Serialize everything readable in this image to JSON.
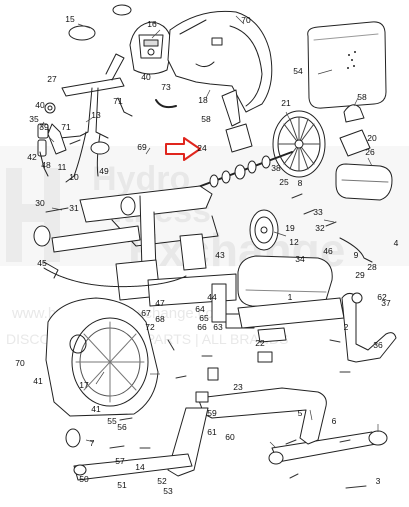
{
  "diagram": {
    "watermark": {
      "line1": "Hydro",
      "line2": "Fitness",
      "line3": "Exchange",
      "url": "www.hydrofitnessexchange.com",
      "tagline": "DISCOUNT FITNESS PARTS | ALL BRANDS"
    },
    "callouts": [
      {
        "id": "c15",
        "text": "15"
      },
      {
        "id": "c16",
        "text": "16"
      },
      {
        "id": "c70a",
        "text": "70"
      },
      {
        "id": "c54",
        "text": "54"
      },
      {
        "id": "c27",
        "text": "27"
      },
      {
        "id": "c40a",
        "text": "40"
      },
      {
        "id": "c18",
        "text": "18"
      },
      {
        "id": "c40b",
        "text": "40"
      },
      {
        "id": "c71a",
        "text": "71"
      },
      {
        "id": "c71b",
        "text": "71"
      },
      {
        "id": "c13",
        "text": "13"
      },
      {
        "id": "c35",
        "text": "35"
      },
      {
        "id": "c39",
        "text": "39"
      },
      {
        "id": "c42",
        "text": "42"
      },
      {
        "id": "c58a",
        "text": "58"
      },
      {
        "id": "c58b",
        "text": "58"
      },
      {
        "id": "c21",
        "text": "21"
      },
      {
        "id": "c20",
        "text": "20"
      },
      {
        "id": "c26",
        "text": "26"
      },
      {
        "id": "c69",
        "text": "69"
      },
      {
        "id": "c24",
        "text": "24"
      },
      {
        "id": "c73",
        "text": "73"
      },
      {
        "id": "c48",
        "text": "48"
      },
      {
        "id": "c11",
        "text": "11"
      },
      {
        "id": "c10a",
        "text": "10"
      },
      {
        "id": "c49",
        "text": "49"
      },
      {
        "id": "c30",
        "text": "30"
      },
      {
        "id": "c31",
        "text": "31"
      },
      {
        "id": "c38",
        "text": "38"
      },
      {
        "id": "c25",
        "text": "25"
      },
      {
        "id": "c8",
        "text": "8"
      },
      {
        "id": "c19",
        "text": "19"
      },
      {
        "id": "c33",
        "text": "33"
      },
      {
        "id": "c32",
        "text": "32"
      },
      {
        "id": "c12",
        "text": "12"
      },
      {
        "id": "c46",
        "text": "46"
      },
      {
        "id": "c4",
        "text": "4"
      },
      {
        "id": "c45",
        "text": "45"
      },
      {
        "id": "c62a",
        "text": "62"
      },
      {
        "id": "c17",
        "text": "17"
      },
      {
        "id": "c41a",
        "text": "41"
      },
      {
        "id": "c41b",
        "text": "41"
      },
      {
        "id": "c70b",
        "text": "70"
      },
      {
        "id": "c22",
        "text": "22"
      },
      {
        "id": "c23",
        "text": "23"
      },
      {
        "id": "c66",
        "text": "66"
      },
      {
        "id": "c65",
        "text": "65"
      },
      {
        "id": "c64",
        "text": "64"
      },
      {
        "id": "c63",
        "text": "63"
      },
      {
        "id": "c61",
        "text": "61"
      },
      {
        "id": "c59",
        "text": "59"
      },
      {
        "id": "c60",
        "text": "60"
      },
      {
        "id": "c56",
        "text": "56"
      },
      {
        "id": "c55",
        "text": "55"
      },
      {
        "id": "c7",
        "text": "7"
      },
      {
        "id": "c50",
        "text": "50"
      },
      {
        "id": "c52",
        "text": "52"
      },
      {
        "id": "c53",
        "text": "53"
      },
      {
        "id": "c14",
        "text": "14"
      },
      {
        "id": "c47",
        "text": "47"
      },
      {
        "id": "c44",
        "text": "44"
      },
      {
        "id": "c5",
        "text": "5"
      },
      {
        "id": "c6",
        "text": "6"
      },
      {
        "id": "c34",
        "text": "34"
      },
      {
        "id": "c9",
        "text": "9"
      },
      {
        "id": "c36",
        "text": "36"
      },
      {
        "id": "c37",
        "text": "37"
      },
      {
        "id": "c67",
        "text": "67"
      },
      {
        "id": "c72",
        "text": "72"
      },
      {
        "id": "c1",
        "text": "1"
      },
      {
        "id": "c2",
        "text": "2"
      },
      {
        "id": "c3",
        "text": "3"
      },
      {
        "id": "c28",
        "text": "28"
      },
      {
        "id": "c29",
        "text": "29"
      },
      {
        "id": "c43",
        "text": "43"
      },
      {
        "id": "c51",
        "text": "51"
      },
      {
        "id": "c57",
        "text": "57"
      },
      {
        "id": "c68",
        "text": "68"
      }
    ],
    "colors": {
      "line": "#222222",
      "label": "#111111",
      "arrow": "#e0261e",
      "watermark": "#d9d9d9"
    }
  }
}
